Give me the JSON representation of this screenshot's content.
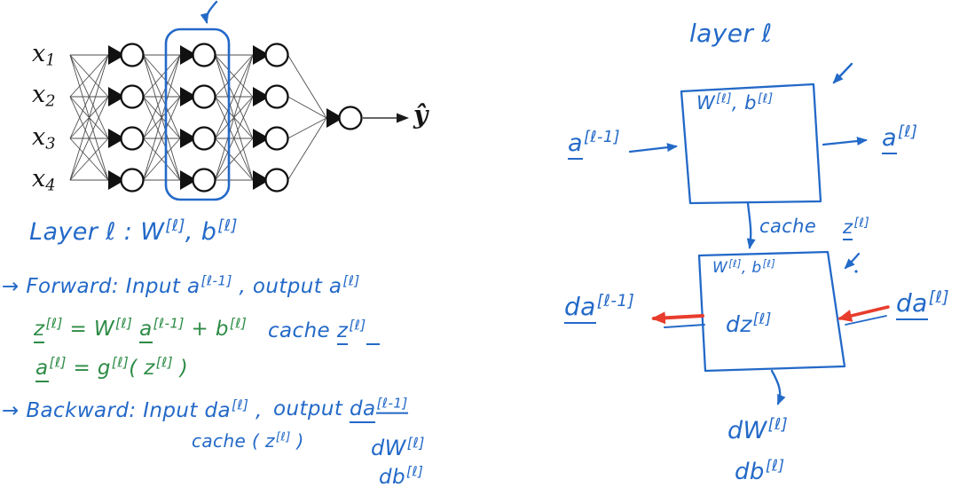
{
  "colors": {
    "ink_blue": "#2369c8",
    "ink_green": "#2d8c46",
    "ink_red": "#e83c2d",
    "net_ink": "#1a1a1a"
  },
  "network": {
    "input_count": 4,
    "hidden_layer_sizes": [
      4,
      4,
      4
    ],
    "output_count": 1,
    "highlighted_layer": "hidden layer 2 circled in blue as layer ℓ",
    "inputs": [
      {
        "parts": [
          {
            "t": "x"
          },
          {
            "sub": "1"
          }
        ]
      },
      {
        "parts": [
          {
            "t": "x"
          },
          {
            "sub": "2"
          }
        ]
      },
      {
        "parts": [
          {
            "t": "x"
          },
          {
            "sub": "3"
          }
        ]
      },
      {
        "parts": [
          {
            "t": "x"
          },
          {
            "sub": "4"
          }
        ]
      }
    ],
    "output_label": {
      "parts": [
        {
          "t": "ŷ"
        }
      ]
    }
  },
  "left": {
    "layer_line": [
      {
        "t": "Layer ℓ :   W"
      },
      {
        "sup": "[ℓ]"
      },
      {
        "t": ", b"
      },
      {
        "sup": "[ℓ]"
      }
    ],
    "forward_line": [
      {
        "t": "→ Forward:  Input  a"
      },
      {
        "sup": "[ℓ-1]"
      },
      {
        "t": " ,  output  a"
      },
      {
        "sup": "[ℓ]"
      }
    ],
    "z_eq": [
      {
        "t": "z",
        "u": true
      },
      {
        "sup": "[ℓ]"
      },
      {
        "t": " = W"
      },
      {
        "sup": "[ℓ]"
      },
      {
        "t": " "
      },
      {
        "t": "a",
        "u": true
      },
      {
        "sup": "[ℓ-1]"
      },
      {
        "t": " + b"
      },
      {
        "sup": "[ℓ]"
      }
    ],
    "cache_note": [
      {
        "t": "cache  "
      },
      {
        "t": "z",
        "u": true
      },
      {
        "sup": "[ℓ]"
      },
      {
        "t": "  ",
        "u": true
      }
    ],
    "a_eq": [
      {
        "t": "a",
        "u": true
      },
      {
        "sup": "[ℓ]"
      },
      {
        "t": " = g"
      },
      {
        "sup": "[ℓ]"
      },
      {
        "t": "( z"
      },
      {
        "sup": "[ℓ]"
      },
      {
        "t": " )"
      }
    ],
    "backward_line": [
      {
        "t": "→ Backward:  Input  da"
      },
      {
        "sup": "[ℓ]"
      },
      {
        "t": " ,"
      }
    ],
    "backward_cache": [
      {
        "t": "cache ( z"
      },
      {
        "sup": "[ℓ]"
      },
      {
        "t": " )"
      }
    ],
    "backward_out": [
      {
        "t": "output  "
      },
      {
        "t": "da",
        "u": true
      },
      {
        "sup": "[ℓ-1]",
        "u": true
      }
    ],
    "backward_dw": [
      {
        "t": "dW"
      },
      {
        "sup": "[ℓ]"
      }
    ],
    "backward_db": [
      {
        "t": "db"
      },
      {
        "sup": "[ℓ]"
      }
    ]
  },
  "right": {
    "layer_title": [
      {
        "t": "layer ℓ"
      }
    ],
    "fwd_box_label": [
      {
        "t": "W"
      },
      {
        "sup": "[ℓ]"
      },
      {
        "t": ", b"
      },
      {
        "sup": "[ℓ]"
      }
    ],
    "a_prev": [
      {
        "t": "a",
        "u": true
      },
      {
        "sup": "[ℓ-1]"
      }
    ],
    "a_out": [
      {
        "t": "a",
        "u": true
      },
      {
        "sup": "[ℓ]"
      }
    ],
    "cache_word": [
      {
        "t": "cache"
      }
    ],
    "cache_z": [
      {
        "t": "z",
        "u": true
      },
      {
        "sup": "[ℓ]"
      }
    ],
    "bwd_box_label": [
      {
        "t": "W"
      },
      {
        "sup": "[ℓ]"
      },
      {
        "t": ", b"
      },
      {
        "sup": "[ℓ]"
      }
    ],
    "dz_label": [
      {
        "t": "dz"
      },
      {
        "sup": "[ℓ]"
      }
    ],
    "da_prev": [
      {
        "t": "da",
        "u": true
      },
      {
        "sup": "[ℓ-1]"
      }
    ],
    "da_in": [
      {
        "t": "da",
        "u": true
      },
      {
        "sup": "[ℓ]"
      }
    ],
    "dw_label": [
      {
        "t": "dW"
      },
      {
        "sup": "[ℓ]"
      }
    ],
    "db_label": [
      {
        "t": "db"
      },
      {
        "sup": "[ℓ]"
      }
    ]
  }
}
